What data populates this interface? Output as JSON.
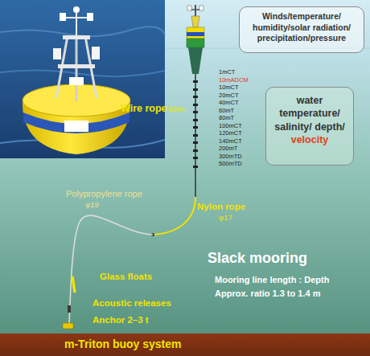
{
  "diagram": {
    "nodes": [
      {
        "text": [
          "Winds/temperature/ humidity/solar radiation/ precipitation/pressure"
        ]
      },
      {
        "text": [
          "water temperature/ salinity/ depth/",
          "velocity"
        ]
      },
      {
        "text": [
          "m-Triton buoy system"
        ]
      }
    ],
    "labels": [
      "Wire rope",
      "500m",
      "1mCT",
      "10mADCM",
      "10mCT",
      "20mCT",
      "40mCT",
      "60mT",
      "80mT",
      "100mCT",
      "120mCT",
      "140mCT",
      "200mT",
      "300mTD",
      "500mTD",
      "Nylon rope",
      "φ17",
      "Polypropylene rope",
      "φ19",
      "Glass floats",
      "Acoustic releases",
      "Anchor 2–3 t",
      "Slack mooring",
      "Mooring line length : Depth",
      "Approx. ratio 1.3 to 1.4 m"
    ]
  }
}
